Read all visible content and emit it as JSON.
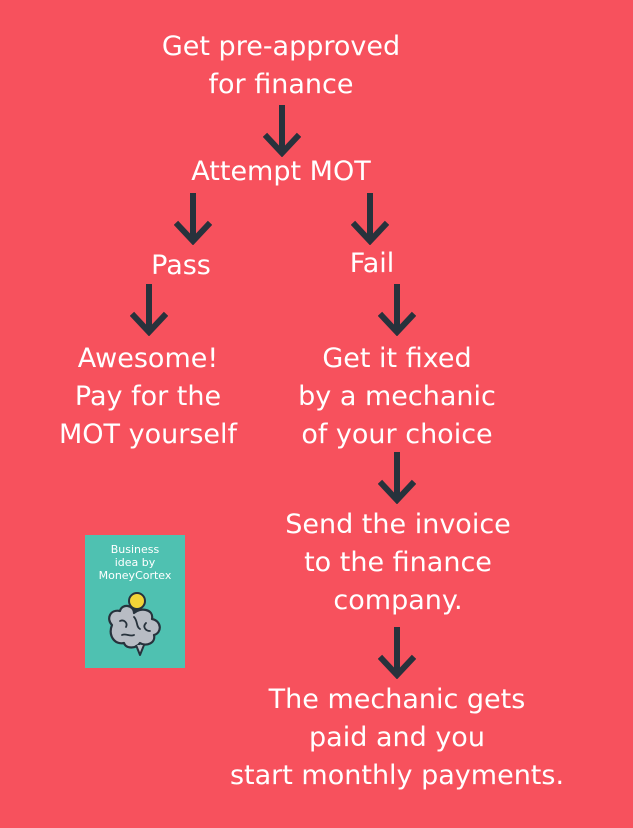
{
  "nodes": {
    "preapproved": [
      "Get pre-approved",
      "for finance"
    ],
    "attempt_mot": [
      "Attempt MOT"
    ],
    "pass": [
      "Pass"
    ],
    "fail": [
      "Fail"
    ],
    "awesome": [
      "Awesome!",
      "Pay for the",
      "MOT yourself"
    ],
    "fixed": [
      "Get it fixed",
      "by a mechanic",
      "of your choice"
    ],
    "invoice": [
      "Send the invoice",
      "to the finance",
      "company."
    ],
    "paid": [
      "The mechanic gets",
      "paid and you",
      "start monthly payments."
    ]
  },
  "badge": {
    "lines": [
      "Business",
      "idea by",
      "MoneyCortex"
    ],
    "icon": "brain-lightbulb-icon"
  },
  "colors": {
    "background": "#f7515d",
    "text": "#ffffff",
    "arrow": "#27323c",
    "badge": "#4fc1b1",
    "bulb": "#f2d337"
  }
}
